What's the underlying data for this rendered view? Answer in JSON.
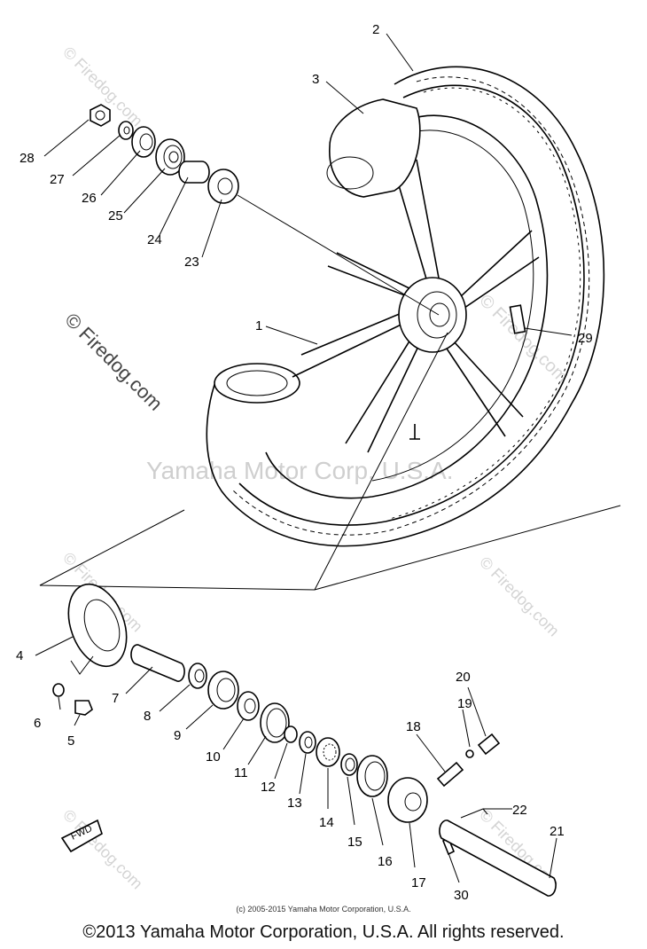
{
  "watermarks": {
    "diagonal": "© Firedog.com",
    "center": "Yamaha Motor Corp. U.S.A."
  },
  "callouts": {
    "c1": "1",
    "c2": "2",
    "c3": "3",
    "c4": "4",
    "c5": "5",
    "c6": "6",
    "c7": "7",
    "c8": "8",
    "c9": "9",
    "c10": "10",
    "c11": "11",
    "c12": "12",
    "c13": "13",
    "c14": "14",
    "c15": "15",
    "c16": "16",
    "c17": "17",
    "c18": "18",
    "c19": "19",
    "c20": "20",
    "c21": "21",
    "c22": "22",
    "c23": "23",
    "c24": "24",
    "c25": "25",
    "c26": "26",
    "c27": "27",
    "c28": "28",
    "c29": "29",
    "c30": "30"
  },
  "fwd_label": "FWD",
  "small_copyright": "(c) 2005-2015 Yamaha Motor Corporation, U.S.A.",
  "footer_copyright": "©2013 Yamaha Motor Corporation, U.S.A. All rights reserved."
}
